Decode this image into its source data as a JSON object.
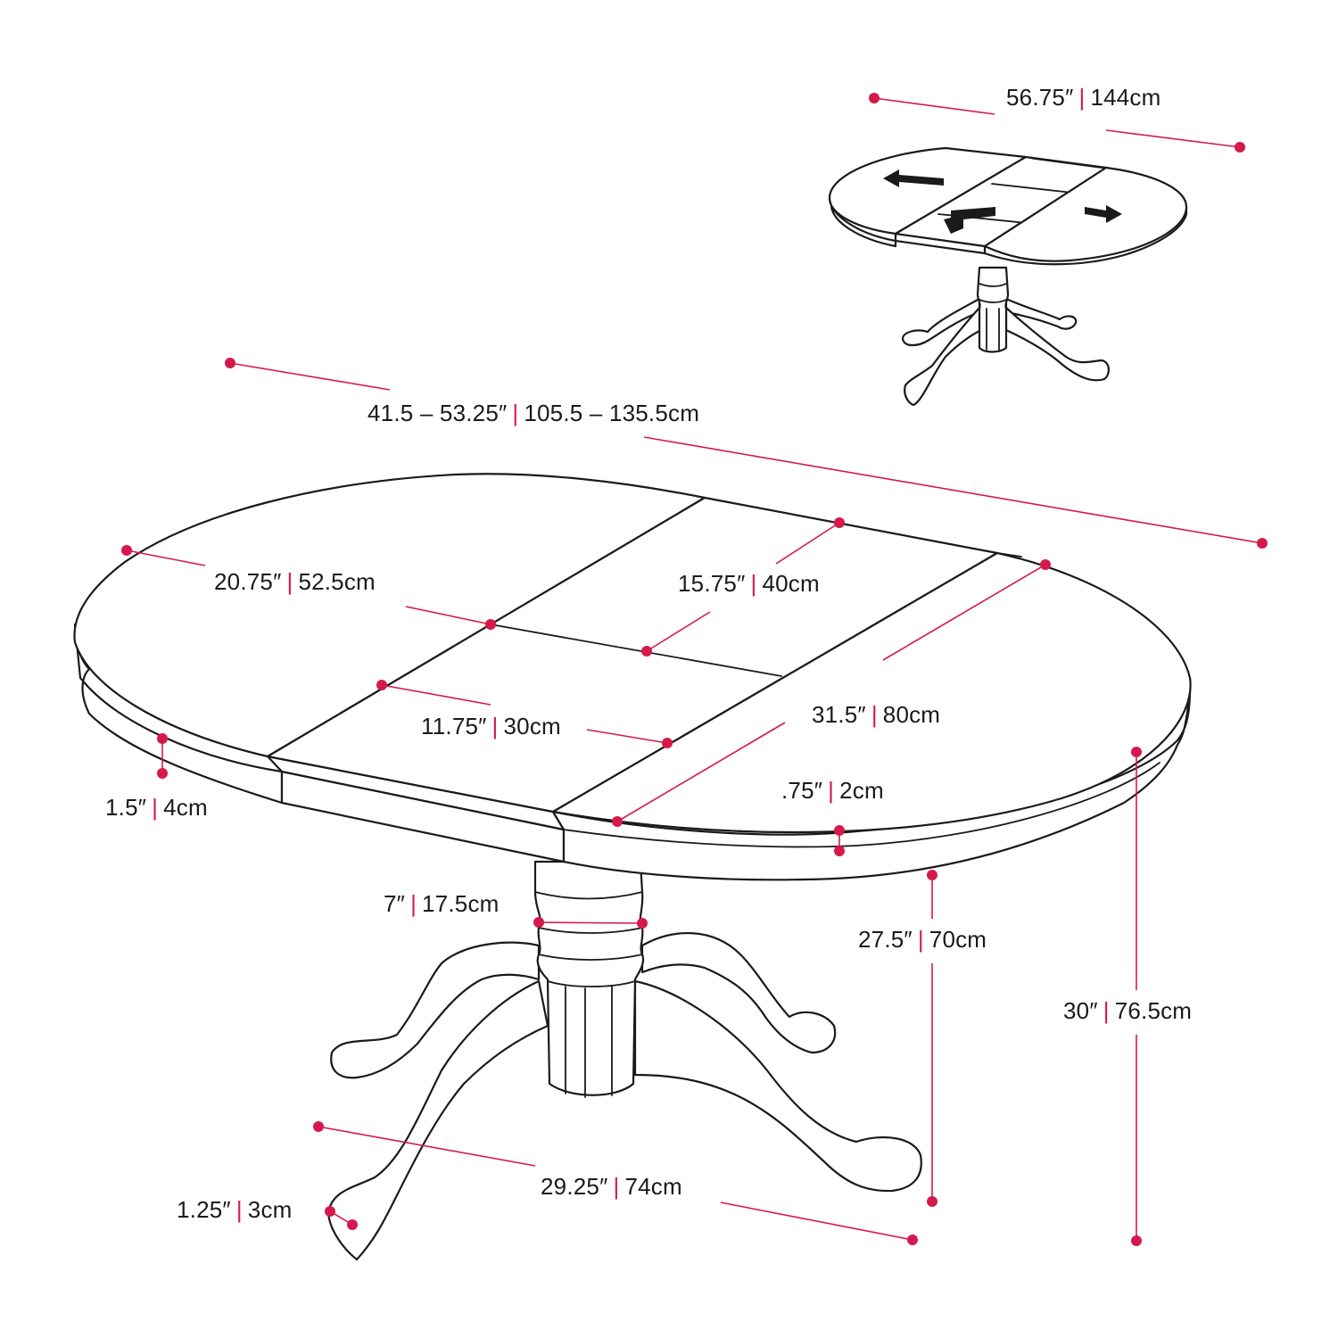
{
  "dimensions": [
    {
      "id": "extended-width",
      "imperial": "56.75″",
      "metric": "144cm"
    },
    {
      "id": "table-width",
      "imperial": "41.5 – 53.25″",
      "metric": "105.5 – 135.5cm"
    },
    {
      "id": "half-top-width",
      "imperial": "20.75″",
      "metric": "52.5cm"
    },
    {
      "id": "leaf-length",
      "imperial": "15.75″",
      "metric": "40cm"
    },
    {
      "id": "leaf-width",
      "imperial": "11.75″",
      "metric": "30cm"
    },
    {
      "id": "top-depth",
      "imperial": "31.5″",
      "metric": "80cm"
    },
    {
      "id": "apron-height",
      "imperial": "1.5″",
      "metric": "4cm"
    },
    {
      "id": "top-thickness",
      "imperial": ".75″",
      "metric": "2cm"
    },
    {
      "id": "pedestal-width",
      "imperial": "7″",
      "metric": "17.5cm"
    },
    {
      "id": "clearance",
      "imperial": "27.5″",
      "metric": "70cm"
    },
    {
      "id": "total-height",
      "imperial": "30″",
      "metric": "76.5cm"
    },
    {
      "id": "base-span",
      "imperial": "29.25″",
      "metric": "74cm"
    },
    {
      "id": "foot-height",
      "imperial": "1.25″",
      "metric": "3cm"
    }
  ]
}
